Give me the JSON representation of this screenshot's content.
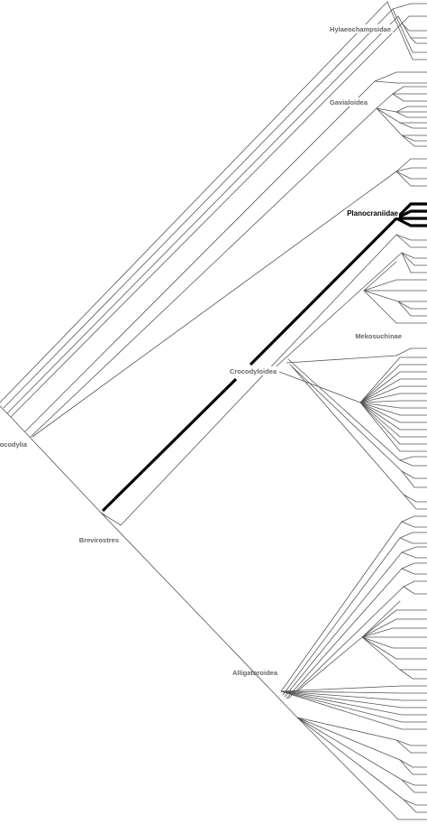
{
  "clades": [
    {
      "id": "hylaeochampsidae",
      "label": "Hylaeochampsidae",
      "highlight": false
    },
    {
      "id": "gavialoidea",
      "label": "Gavialoidea",
      "highlight": false
    },
    {
      "id": "planocraniidae",
      "label": "Planocraniidae",
      "highlight": true
    },
    {
      "id": "mekosuchinae",
      "label": "Mekosuchinae",
      "highlight": false
    },
    {
      "id": "crocodyloidea",
      "label": "Crocodyloidea",
      "highlight": false
    },
    {
      "id": "crocodylia",
      "label": "rocodylia",
      "highlight": false
    },
    {
      "id": "brevirostres",
      "label": "Brevirostres",
      "highlight": false
    },
    {
      "id": "alligatoroidea",
      "label": "Alligatoroidea",
      "highlight": false
    }
  ]
}
